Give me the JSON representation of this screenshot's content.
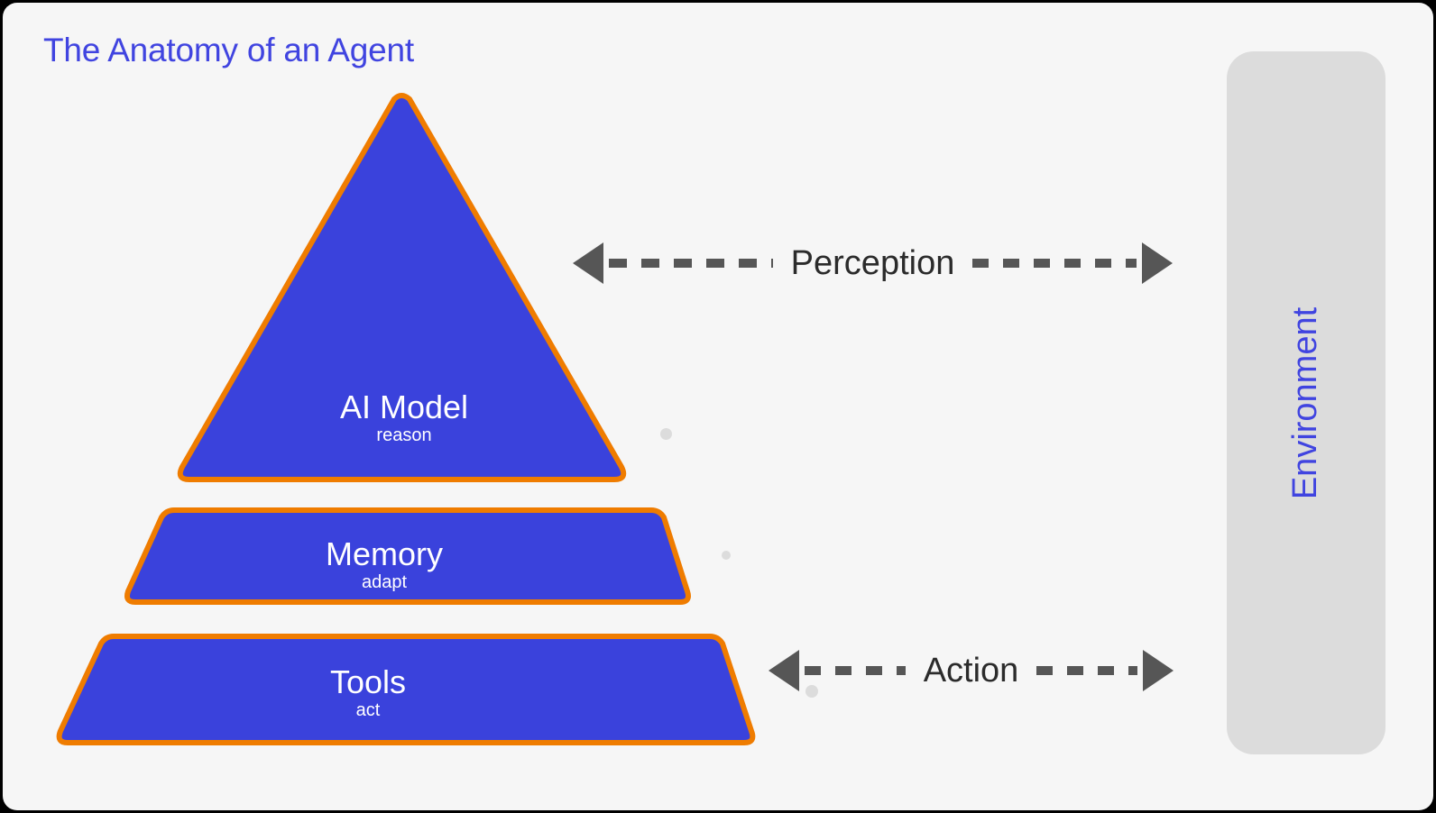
{
  "page": {
    "title": "The Anatomy of an Agent",
    "background_color": "#f6f6f6",
    "border_color": "#000000",
    "accent_blue": "#4044e0",
    "shape_fill": "#3a42dc",
    "shape_stroke": "#ef7c00",
    "arrow_color": "#565656",
    "panel_color": "#dcdcdc"
  },
  "pyramid": {
    "layers": [
      {
        "id": "ai-model",
        "shape": "triangle",
        "title": "AI Model",
        "subtitle": "reason"
      },
      {
        "id": "memory",
        "shape": "trapezoid",
        "title": "Memory",
        "subtitle": "adapt"
      },
      {
        "id": "tools",
        "shape": "trapezoid",
        "title": "Tools",
        "subtitle": "act"
      }
    ]
  },
  "flows": [
    {
      "id": "perception",
      "label": "Perception",
      "style": "dashed",
      "direction": "bidirectional"
    },
    {
      "id": "action",
      "label": "Action",
      "style": "dashed",
      "direction": "bidirectional"
    }
  ],
  "environment": {
    "label": "Environment",
    "orientation": "vertical"
  },
  "icons": {
    "arrow-left": "arrow-left-icon",
    "arrow-right": "arrow-right-icon",
    "dot": "dot-icon"
  }
}
